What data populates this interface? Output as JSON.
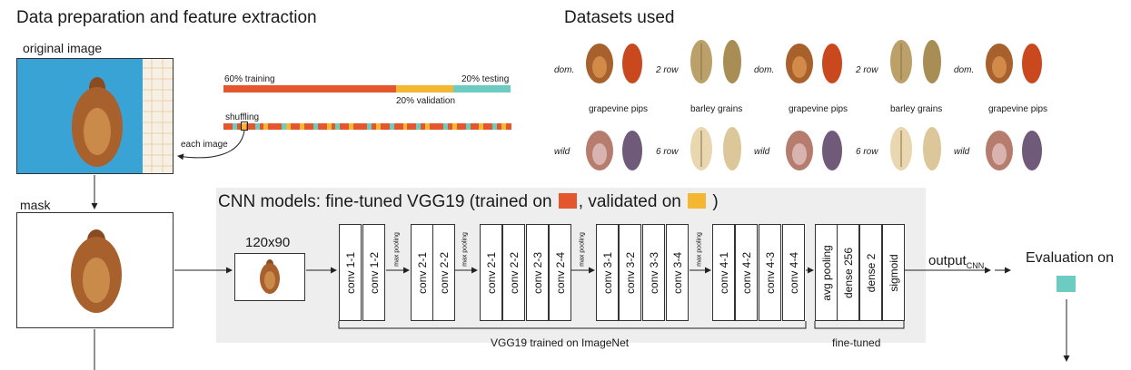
{
  "prep": {
    "title": "Data preparation and feature extraction",
    "original_label": "original image",
    "mask_label": "mask",
    "each_image": "each image",
    "shuffling": "shuffling",
    "split": {
      "training": "60% training",
      "validation": "20% validation",
      "testing": "20% testing",
      "training_frac": 0.6,
      "validation_frac": 0.2,
      "testing_frac": 0.2
    }
  },
  "datasets": {
    "title": "Datasets used",
    "groups": [
      {
        "caption": "grapevine pips",
        "top": "dom.",
        "bottom": "wild",
        "kind": "grape"
      },
      {
        "caption": "barley grains",
        "top": "2 row",
        "bottom": "6 row",
        "kind": "barley"
      },
      {
        "caption": "grapevine pips",
        "top": "dom.",
        "bottom": "wild",
        "kind": "grape"
      },
      {
        "caption": "barley grains",
        "top": "2 row",
        "bottom": "6 row",
        "kind": "barley"
      },
      {
        "caption": "grapevine pips",
        "top": "dom.",
        "bottom": "wild",
        "kind": "grape"
      }
    ]
  },
  "cnn": {
    "title_pre": "CNN models: fine-tuned VGG19 (trained on",
    "title_mid": ", validated on",
    "title_post": ")",
    "input_size": "120x90",
    "layers": [
      "conv 1-1",
      "conv 1-2",
      "conv 2-1",
      "conv 2-2",
      "conv 2-1",
      "conv 2-2",
      "conv 2-3",
      "conv 2-4",
      "conv 3-1",
      "conv 3-2",
      "conv 3-3",
      "conv 3-4",
      "conv 4-1",
      "conv 4-2",
      "conv 4-3",
      "conv 4-4"
    ],
    "pool_label": "max pooling",
    "finetuned_layers": [
      "avg pooling",
      "dense 256",
      "dense 2",
      "sigmoid"
    ],
    "vgg_caption": "VGG19 trained on ImageNet",
    "ft_caption": "fine-tuned",
    "output": "output",
    "output_sub": "CNN",
    "evaluation": "Evaluation on"
  },
  "colors": {
    "training": "#e4562d",
    "validation": "#f4b731",
    "testing": "#6cccc2",
    "panel": "#eeeeee",
    "photo_bg": "#3aa3d6"
  }
}
